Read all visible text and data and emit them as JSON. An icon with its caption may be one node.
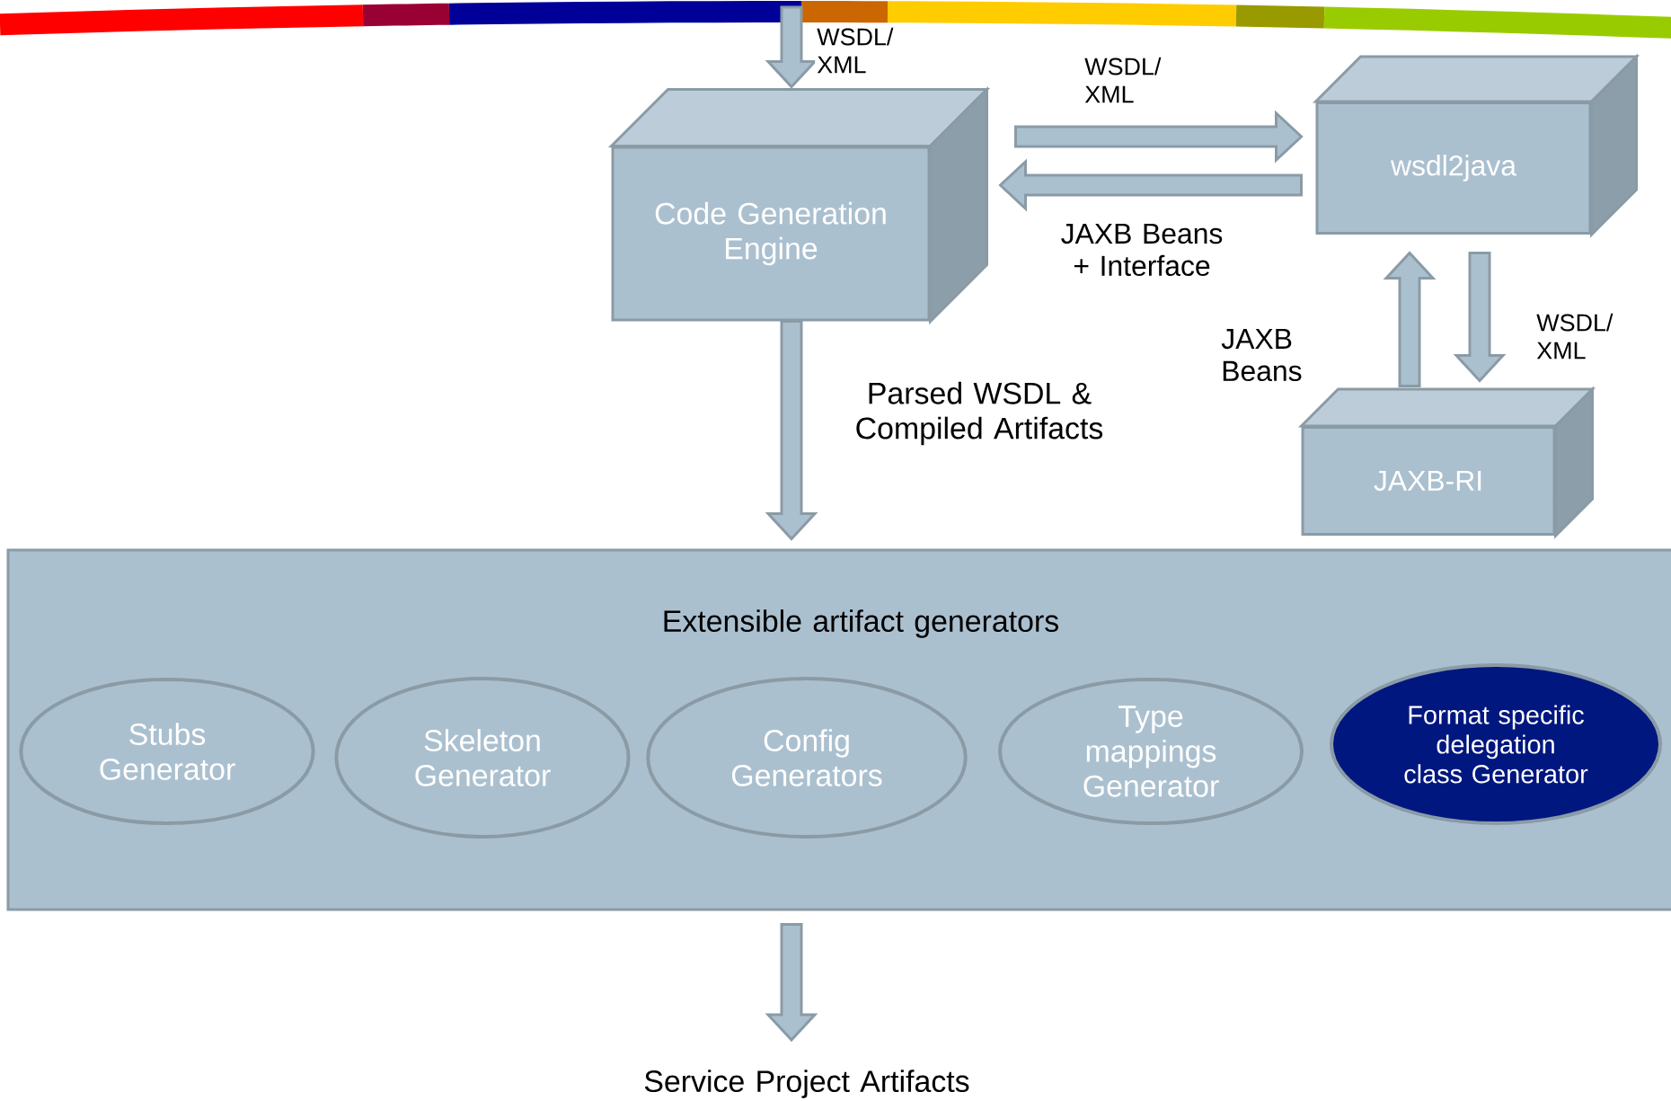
{
  "diagram": {
    "nodes": [
      {
        "text": [
          "Code Generation Engine"
        ]
      },
      {
        "text": [
          "wsdl2java"
        ]
      },
      {
        "text": [
          "JAXB-RI"
        ]
      },
      {
        "text": [
          "Extensible artifact generators"
        ]
      },
      {
        "text": [
          "Stubs Generator"
        ],
        "in": 3
      },
      {
        "text": [
          "Skeleton Generator"
        ],
        "in": 3
      },
      {
        "text": [
          "Config Generators"
        ],
        "in": 3
      },
      {
        "text": [
          "Type mappings Generator"
        ],
        "in": 3
      },
      {
        "text": [
          "Format specific delegation class Generator"
        ],
        "in": 3
      },
      {
        "text": [
          "Service Project Artifacts"
        ]
      }
    ],
    "edges": [
      {
        "from": null,
        "to": 0,
        "arrow": "to",
        "label": "WSDL/ XML"
      },
      {
        "from": 0,
        "to": 1,
        "arrow": "to",
        "label": "WSDL/ XML"
      },
      {
        "from": 1,
        "to": 0,
        "arrow": "to",
        "label": "JAXB Beans + Interface"
      },
      {
        "from": 2,
        "to": 1,
        "arrow": "to",
        "label": "JAXB Beans"
      },
      {
        "from": 1,
        "to": 2,
        "arrow": "to",
        "label": "WSDL/ XML"
      },
      {
        "from": 0,
        "to": 3,
        "arrow": "to",
        "label": "Parsed WSDL & Compiled Artifacts"
      },
      {
        "from": 3,
        "to": 9,
        "arrow": "to"
      }
    ]
  }
}
